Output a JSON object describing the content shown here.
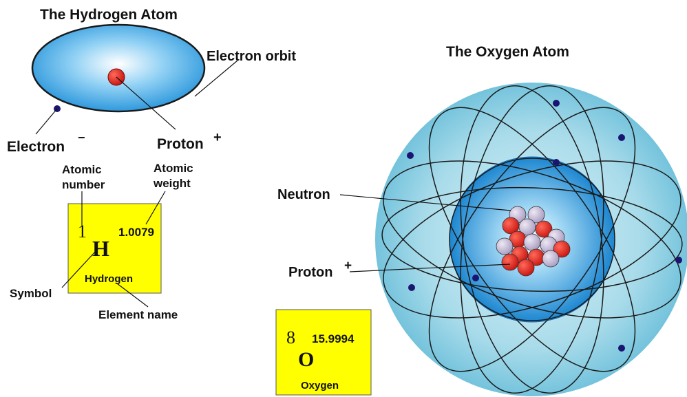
{
  "hydrogen": {
    "title": "The Hydrogen Atom",
    "labels": {
      "electron_orbit": "Electron orbit",
      "electron": "Electron",
      "electron_charge": "−",
      "proton": "Proton",
      "proton_charge": "+",
      "atomic_number_line1": "Atomic",
      "atomic_number_line2": "number",
      "atomic_weight_line1": "Atomic",
      "atomic_weight_line2": "weight",
      "symbol": "Symbol",
      "element_name": "Element name"
    },
    "tile": {
      "number": "1",
      "symbol": "H",
      "weight": "1.0079",
      "name": "Hydrogen"
    }
  },
  "oxygen": {
    "title": "The Oxygen Atom",
    "labels": {
      "neutron": "Neutron",
      "proton": "Proton",
      "proton_charge": "+"
    },
    "tile": {
      "number": "8",
      "symbol": "O",
      "weight": "15.9994",
      "name": "Oxygen"
    }
  },
  "colors": {
    "tile_fill": "#ffff00",
    "proton": "#e8231e",
    "neutron": "#c8bcd8",
    "electron": "#1a1570",
    "orbit_blue": "#2b9be0",
    "shell_outer": "#9fd6e6",
    "shell_inner": "#1f8fd6"
  }
}
